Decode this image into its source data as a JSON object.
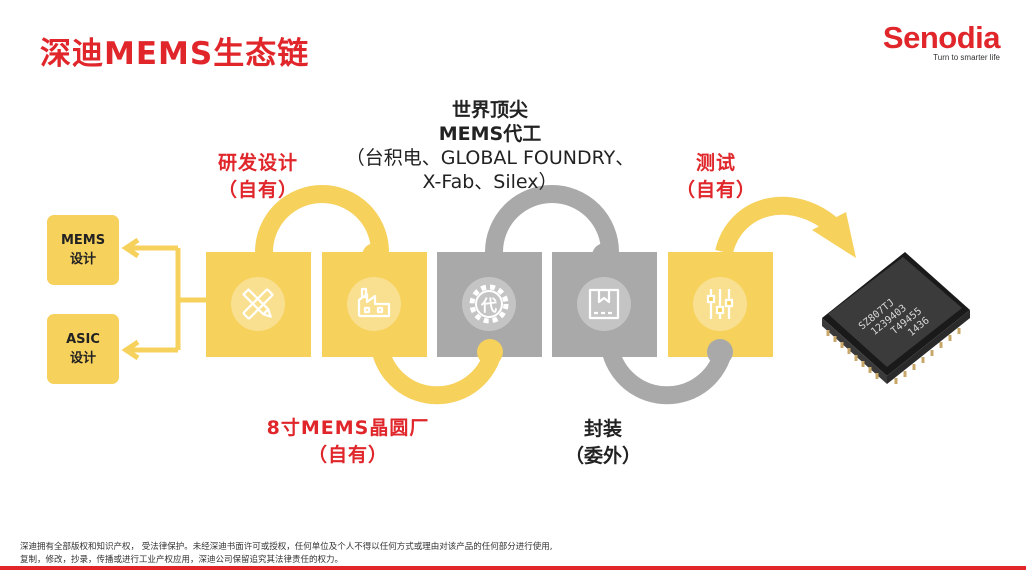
{
  "header": {
    "title": "深迪MEMS生态链",
    "logo_name": "Senodia",
    "logo_tagline": "Turn to smarter life"
  },
  "side_boxes": [
    {
      "line1": "MEMS",
      "line2": "设计"
    },
    {
      "line1": "ASIC",
      "line2": "设计"
    }
  ],
  "steps": {
    "design": {
      "line1": "研发设计",
      "line2": "（自有）",
      "icon": "pencil-ruler-icon"
    },
    "foundry": {
      "line1": "世界顶尖",
      "line2": "MEMS代工",
      "line3": "（台积电、GLOBAL FOUNDRY、",
      "line4": "X-Fab、Silex）",
      "icon": "daigong-gear-icon",
      "icon_text": "代"
    },
    "test": {
      "line1": "测试",
      "line2": "（自有）",
      "icon": "sliders-icon"
    },
    "fab": {
      "line1": "8寸MEMS晶圆厂",
      "line2": "（自有）",
      "icon": "factory-icon"
    },
    "packaging": {
      "line1": "封装",
      "line2": "（委外）",
      "icon": "package-box-icon"
    }
  },
  "chip": {
    "marking_lines": [
      "SZ807TJ",
      "1239403",
      "T49455",
      "1436"
    ],
    "icon": "mems-chip-icon"
  },
  "footer": {
    "line1": "深迪拥有全部版权和知识产权，  受法律保护。未经深迪书面许可或授权，任何单位及个人不得以任何方式或理由对该产品的任何部分进行使用,",
    "line2": "复制，修改，抄录，传播或进行工业产权应用，深迪公司保留追究其法律责任的权力。"
  },
  "colors": {
    "brand_red": "#e0262a",
    "yellow": "#f6d15c",
    "gray": "#a9a9a9",
    "chip": "#2c2c2c"
  }
}
